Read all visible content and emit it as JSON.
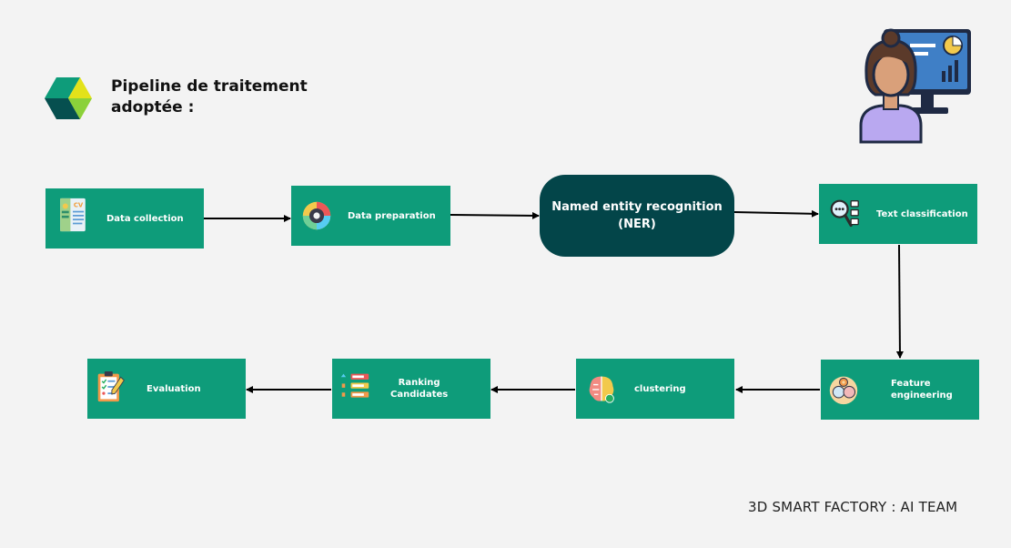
{
  "header": {
    "title_line1": "Pipeline de traitement",
    "title_line2": "adoptée :"
  },
  "colors": {
    "background": "#f3f3f3",
    "step_box": "#0e9c7a",
    "ner_box": "#034549",
    "arrow": "#000000",
    "text_light": "#ffffff"
  },
  "steps": {
    "data_collection": {
      "label": "Data collection",
      "icon": "cv-document-icon"
    },
    "data_preparation": {
      "label": "Data preparation",
      "icon": "data-wheel-icon"
    },
    "ner": {
      "label_line1": "Named entity recognition",
      "label_line2": "(NER)"
    },
    "text_classification": {
      "label": "Text classification",
      "icon": "magnifier-list-icon"
    },
    "feature_engineering": {
      "label": "Feature engineering",
      "icon": "head-gear-icon"
    },
    "clustering": {
      "label": "clustering",
      "icon": "brain-icon"
    },
    "ranking": {
      "label_line1": "Ranking",
      "label_line2": "Candidates",
      "icon": "ranking-list-icon"
    },
    "evaluation": {
      "label": "Evaluation",
      "icon": "clipboard-checklist-icon"
    }
  },
  "footer": {
    "text": "3D SMART FACTORY : AI TEAM"
  }
}
